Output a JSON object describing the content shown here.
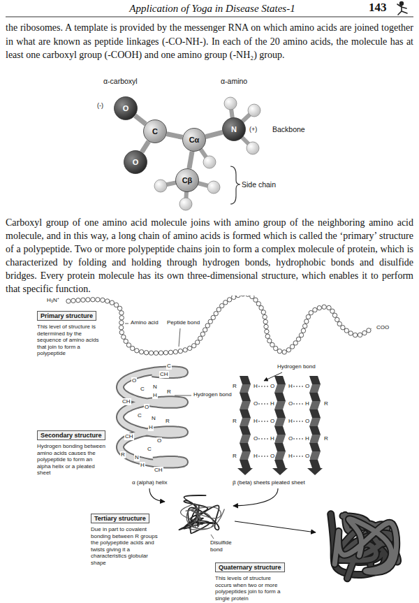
{
  "diagram": {
    "nodes": [
      {
        "text": [
          "O"
        ]
      },
      {
        "text": [
          "C"
        ]
      },
      {
        "text": [
          "O"
        ]
      },
      {
        "text": [
          "Cα"
        ]
      },
      {
        "text": [
          "N"
        ]
      },
      {
        "text": [
          "Cβ"
        ]
      },
      {
        "text": [
          "Primary structure",
          "This level of structure is determined by the sequence of amino acids that join to form a polypeptide"
        ]
      },
      {
        "text": [
          "Secondary structure",
          "Hydrogen bonding between amino acids causes the polypeptide to form an alpha helix or a pleated sheet"
        ]
      },
      {
        "text": [
          "Tertiary structure",
          "Due in part to covalent bonding between R groups the polypeptide acids and twists giving it a characteristics globular shape"
        ]
      },
      {
        "text": [
          "Quaternary structure",
          "This levels of structure occurs when two or more polypeptides join to form a single protein"
        ]
      }
    ],
    "edges": [
      {
        "from": 0,
        "to": 1,
        "arrow": "none"
      },
      {
        "from": 1,
        "to": 2,
        "arrow": "none"
      },
      {
        "from": 1,
        "to": 3,
        "arrow": "none"
      },
      {
        "from": 3,
        "to": 4,
        "arrow": "none"
      },
      {
        "from": 3,
        "to": 5,
        "arrow": "none"
      }
    ],
    "labels": [
      "Application of Yoga in Disease States-1",
      "143",
      "the ribosomes. A template is provided by the messenger RNA on which amino acids are joined together in what are known as peptide linkages (-CO-NH-). In each of the 20 amino acids, the molecule has at least one carboxyl group (-COOH) and one amino group (-NH₂) group.",
      "α-carboxyl",
      "α-amino",
      "(-)",
      "(+)",
      "Backbone",
      "Side chain",
      "Carboxyl group of one amino acid molecule joins with amino group of the neighboring amino acid molecule, and in this way, a long chain of amino acids is formed which is called the ‘primary’ structure of a polypeptide. Two or more polypeptide chains join to form a complex molecule of protein, which is characterized by folding and holding through hydrogen bonds, hydrophobic bonds and disulfide bridges. Every protein molecule has its own three-dimensional structure, which enables it to perform that specific function.",
      "H₃N⁺",
      "Amino acid",
      "Peptide bond",
      "COO",
      "Hydrogen bond",
      "Hydrogen bond",
      "α (alpha) helix",
      "β (beta) sheets pleated sheet",
      "Disulfide bond",
      "C",
      "CH",
      "O",
      "C",
      "N",
      "H",
      "R",
      "CH",
      "O",
      "C",
      "N",
      "R",
      "H",
      "CH",
      "O",
      "C",
      "N",
      "R",
      "H",
      "CH",
      "R",
      "H",
      "O",
      "H",
      "O",
      "O",
      "H",
      "O",
      "H",
      "R",
      "R",
      "H",
      "O",
      "H",
      "O",
      "O",
      "H",
      "O",
      "H",
      "R",
      "R",
      "H",
      "O",
      "H",
      "O"
    ]
  }
}
